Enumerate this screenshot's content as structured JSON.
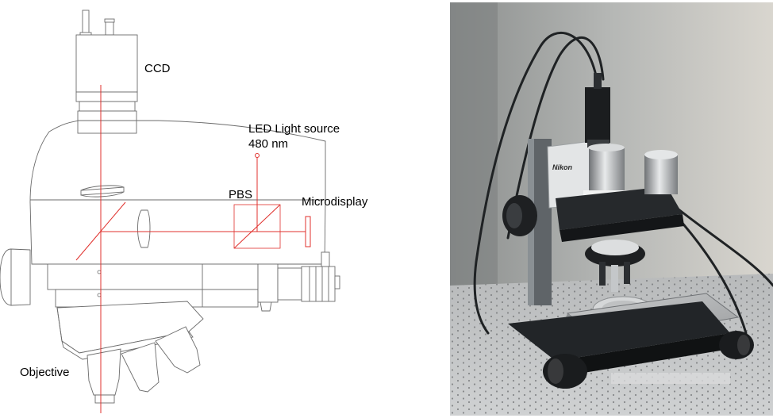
{
  "labels": {
    "ccd": "CCD",
    "led_line1": "LED Light source",
    "led_line2": "480 nm",
    "pbs": "PBS",
    "microdisplay": "Microdisplay",
    "objective": "Objective"
  },
  "photo": {
    "brand_mark": "Nikon"
  },
  "colors": {
    "beam": "#e0312d",
    "outline": "#6b6b6b"
  }
}
